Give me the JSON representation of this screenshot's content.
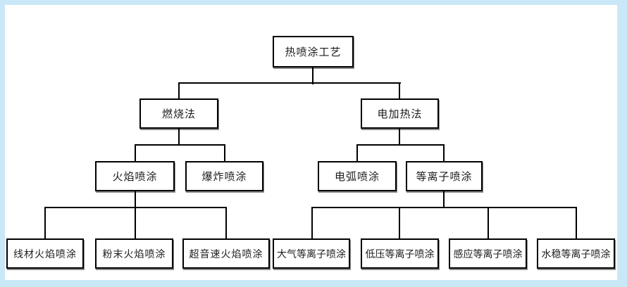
{
  "diagram": {
    "type": "tree-flowchart",
    "colors": {
      "page_background": "#c9e8f7",
      "canvas_background": "#ffffff",
      "box_border": "#000000",
      "connector": "#000000",
      "text": "#1c1c1c"
    },
    "nodes": {
      "root": {
        "label": "热喷涂工艺",
        "level": 1
      },
      "combustion": {
        "label": "燃烧法",
        "level": 2,
        "parent": "root"
      },
      "electric": {
        "label": "电加热法",
        "level": 2,
        "parent": "root"
      },
      "flame": {
        "label": "火焰喷涂",
        "level": 3,
        "parent": "combustion"
      },
      "detonation": {
        "label": "爆炸喷涂",
        "level": 3,
        "parent": "combustion"
      },
      "arc": {
        "label": "电弧喷涂",
        "level": 3,
        "parent": "electric"
      },
      "plasma": {
        "label": "等离子喷涂",
        "level": 3,
        "parent": "electric"
      },
      "wire_flame": {
        "label": "线材火焰喷涂",
        "level": 4,
        "parent": "flame"
      },
      "powder_flame": {
        "label": "粉末火焰喷涂",
        "level": 4,
        "parent": "flame"
      },
      "supersonic_flame": {
        "label": "超音速火焰喷涂",
        "level": 4,
        "parent": "flame"
      },
      "atmospheric_plasma": {
        "label": "大气等离子喷涂",
        "level": 4,
        "parent": "plasma"
      },
      "low_pressure_plasma": {
        "label": "低压等离子喷涂",
        "level": 4,
        "parent": "plasma"
      },
      "induction_plasma": {
        "label": "感应等离子喷涂",
        "level": 4,
        "parent": "plasma"
      },
      "water_stabilized_plasma": {
        "label": "水稳等离子喷涂",
        "level": 4,
        "parent": "plasma"
      }
    }
  }
}
